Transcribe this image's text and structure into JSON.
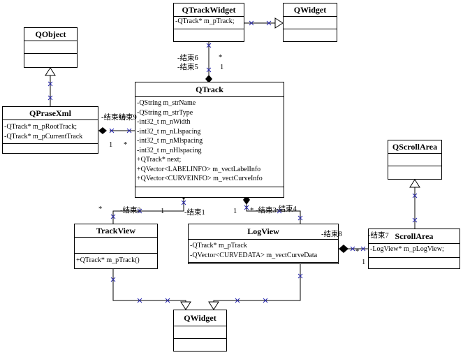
{
  "classes": {
    "qtrackwidget": {
      "name": "QTrackWidget",
      "attrs": [
        "-QTrack* m_pTrack;"
      ]
    },
    "qwidget_top": {
      "name": "QWidget",
      "attrs": []
    },
    "qobject": {
      "name": "QObject",
      "attrs": []
    },
    "qprasexml": {
      "name": "QPraseXml",
      "attrs": [
        "-QTrack* m_pRootTrack;",
        "-QTrack* m_pCurrentTrack"
      ]
    },
    "qtrack": {
      "name": "QTrack",
      "attrs": [
        "-QString m_strName",
        "-QString m_strType",
        "-int32_t m_nWidth",
        "-int32_t m_nLlspacing",
        "-int32_t m_nMlspacing",
        "-int32_t m_nHlspacing",
        "+QTrack* next;",
        "+QVector<LABELINFO> m_vectLabelInfo",
        "+QVector<CURVEINFO> m_vectCurveInfo"
      ]
    },
    "qscrollarea": {
      "name": "QScrollArea",
      "attrs": []
    },
    "trackview": {
      "name": "TrackView",
      "attrs": [],
      "ops": [
        "+QTrack* m_pTrack()"
      ]
    },
    "logview": {
      "name": "LogView",
      "attrs": [
        "-QTrack* m_pTrack",
        "-QVector<CURVEDATA> m_vectCurveData"
      ]
    },
    "scrollarea": {
      "name": "ScrollArea",
      "attrs": [
        "-LogView* m_pLogView;"
      ]
    },
    "qwidget_bottom": {
      "name": "QWidget",
      "attrs": []
    }
  },
  "labels": {
    "end6": "-结束6",
    "end5": "-结束5",
    "star_top": "*",
    "one_top": "1",
    "end10": "-结束10",
    "end9": "-结束9",
    "one_left": "1",
    "star_left": "*",
    "star_tv": "*",
    "end2": "-结束2",
    "one_mid": "1",
    "end1": "-结束1",
    "one_lv": "1",
    "star_lv": "*",
    "end3": "-结束3",
    "end4": "-结束4",
    "end8": "-结束8",
    "end7": "-结束7",
    "star_sa": "*",
    "one_sa": "1"
  }
}
